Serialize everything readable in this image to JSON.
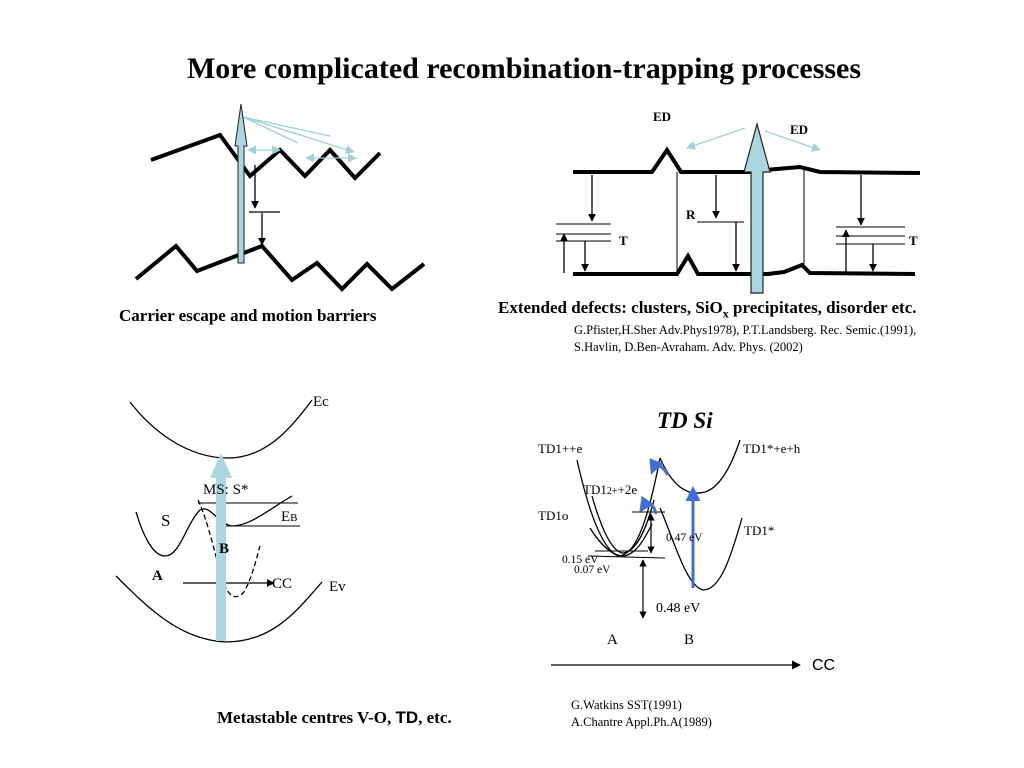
{
  "slide": {
    "title": "More complicated  recombination-trapping processes"
  },
  "panel_tl": {
    "caption": "Carrier escape and motion barriers"
  },
  "panel_tr": {
    "label_ed_left": "ED",
    "label_ed_right": "ED",
    "label_r": "R",
    "label_t_left": "T",
    "label_t_right": "T",
    "caption_main": "Extended defects: clusters, SiO",
    "caption_sub": "x",
    "caption_tail": " precipitates, disorder etc.",
    "reference_line1": "G.Pfister,H.Sher Adv.Phys1978), P.T.Landsberg. Rec. Semic.(1991),",
    "reference_line2": "S.Havlin, D.Ben-Avraham. Adv. Phys.  (2002)"
  },
  "panel_bl": {
    "label_ec": "Ec",
    "label_ms": "MS: S*",
    "label_s": "S",
    "label_eb_main": "E",
    "label_eb_sub": "B",
    "label_b": "B",
    "label_a": "A",
    "label_cc": "CC",
    "label_ev": "Ev",
    "caption_main": "Metastable centres V-O, ",
    "caption_td": "TD",
    "caption_tail": ", etc."
  },
  "panel_br": {
    "heading": "TD Si",
    "label_td1pp_e": "TD1++e",
    "label_td1star_eh": "TD1*+e+h",
    "label_td1_main": "TD1",
    "label_td1_sup": "2+",
    "label_td1_tail": "+2e",
    "label_td1o": "TD1o",
    "label_td1star": "TD1*",
    "label_047": "0.47 eV",
    "label_015": "0.15 eV",
    "label_007": "0.07 eV",
    "label_048": "0.48 eV",
    "label_a": "A",
    "label_b": "B",
    "label_cc": "CC",
    "reference_line1": "G.Watkins SST(1991)",
    "reference_line2": "A.Chantre Appl.Ph.A(1989)"
  },
  "colors": {
    "light_arrow": "#a9d6df",
    "light_arrow_stroke": "#222222",
    "blue_arrow": "#3f6fd6",
    "thin_blue": "#9fd0dc"
  }
}
